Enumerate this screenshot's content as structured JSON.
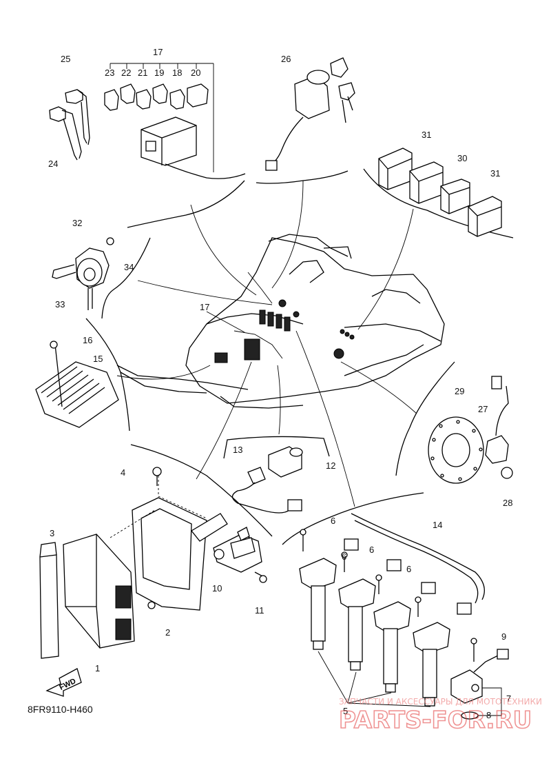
{
  "diagram_code": "8FR9110-H460",
  "direction_label": "FWD",
  "watermark": {
    "tagline": "ЗАПЧАСТИ И АКСЕССУАРЫ ДЛЯ МОТОТЕХНИКИ",
    "brand": "PARTS-FOR.RU"
  },
  "callouts": {
    "c1": "1",
    "c2": "2",
    "c3": "3",
    "c4": "4",
    "c5": "5",
    "c6a": "6",
    "c6b": "6",
    "c6c": "6",
    "c6d": "6",
    "c7": "7",
    "c8": "8",
    "c9": "9",
    "c10": "10",
    "c11": "11",
    "c12": "12",
    "c13": "13",
    "c14": "14",
    "c15": "15",
    "c16": "16",
    "c17a": "17",
    "c17b": "17",
    "c18": "18",
    "c19": "19",
    "c20": "20",
    "c21": "21",
    "c22": "22",
    "c23": "23",
    "c24": "24",
    "c25": "25",
    "c26": "26",
    "c27": "27",
    "c28": "28",
    "c29": "29",
    "c30": "30",
    "c31a": "31",
    "c31b": "31",
    "c32": "32",
    "c33": "33",
    "c34": "34"
  }
}
